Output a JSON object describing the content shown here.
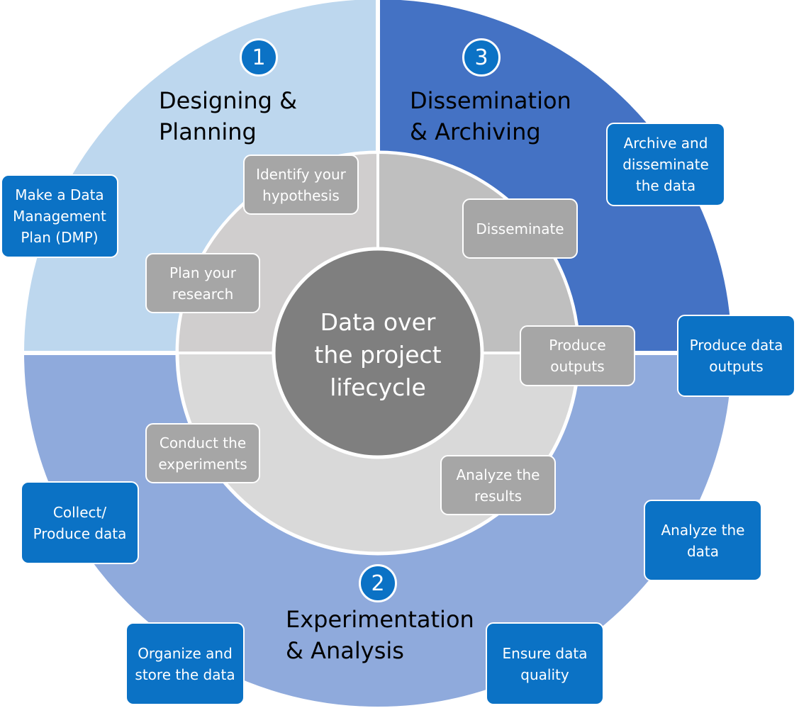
{
  "colors": {
    "phase1_outer": "#bdd7ee",
    "phase2_outer": "#8faadc",
    "phase3_outer": "#4472c4",
    "inner_ring_light": "#d9d9d9",
    "inner_ring_mid": "#bfbfbf",
    "inner_ring_planning": "#d0cece",
    "center_circle": "#7f7f7f",
    "outer_box": "#0b72c5",
    "inner_box": "#a6a6a6"
  },
  "center": {
    "label": "Data over\nthe project\nlifecycle"
  },
  "phases": [
    {
      "number": "1",
      "title": "Designing &\nPlanning"
    },
    {
      "number": "2",
      "title": "Experimentation\n& Analysis"
    },
    {
      "number": "3",
      "title": "Dissemination\n& Archiving"
    }
  ],
  "outer_steps": [
    {
      "label": "Make a Data\nManagement\nPlan (DMP)"
    },
    {
      "label": "Archive and\ndisseminate\nthe data"
    },
    {
      "label": "Produce data\noutputs"
    },
    {
      "label": "Analyze the\ndata"
    },
    {
      "label": "Ensure data\nquality"
    },
    {
      "label": "Organize and\nstore the data"
    },
    {
      "label": "Collect/\nProduce data"
    }
  ],
  "inner_steps": [
    {
      "label": "Identify your\nhypothesis"
    },
    {
      "label": "Plan your\nresearch"
    },
    {
      "label": "Disseminate"
    },
    {
      "label": "Produce\noutputs"
    },
    {
      "label": "Analyze the\nresults"
    },
    {
      "label": "Conduct the\nexperiments"
    }
  ]
}
